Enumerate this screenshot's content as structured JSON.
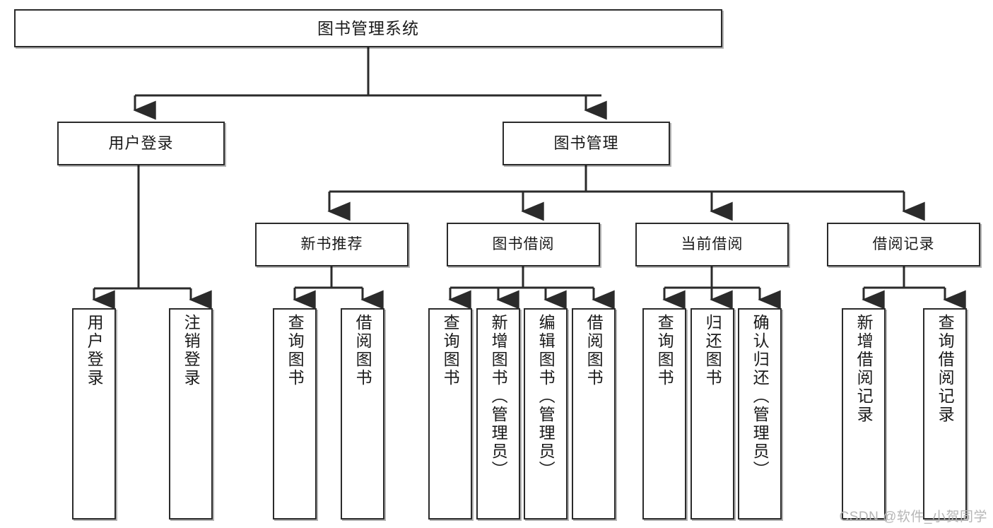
{
  "diagram": {
    "title": "图书管理系统",
    "type": "tree-hierarchy-chart",
    "line_color": "#2b2b2b",
    "box_fill": "#ffffff",
    "text_color": "#1a1a1a",
    "root": {
      "label": "图书管理系统"
    },
    "level2": [
      {
        "label": "用户登录"
      },
      {
        "label": "图书管理"
      }
    ],
    "level3": [
      {
        "label": "新书推荐"
      },
      {
        "label": "图书借阅"
      },
      {
        "label": "当前借阅"
      },
      {
        "label": "借阅记录"
      }
    ],
    "leaves": {
      "user_login": [
        {
          "label": "用户登录"
        },
        {
          "label": "注销登录"
        }
      ],
      "new_book_recommend": [
        {
          "label": "查询图书"
        },
        {
          "label": "借阅图书"
        }
      ],
      "book_borrow": [
        {
          "label": "查询图书"
        },
        {
          "label": "新增图书（管理员）"
        },
        {
          "label": "编辑图书（管理员）"
        },
        {
          "label": "借阅图书"
        }
      ],
      "current_borrow": [
        {
          "label": "查询图书"
        },
        {
          "label": "归还图书"
        },
        {
          "label": "确认归还（管理员）"
        }
      ],
      "borrow_record": [
        {
          "label": "新增借阅记录"
        },
        {
          "label": "查询借阅记录"
        }
      ]
    }
  },
  "watermark": {
    "text": "CSDN @软件_小贺同学"
  }
}
